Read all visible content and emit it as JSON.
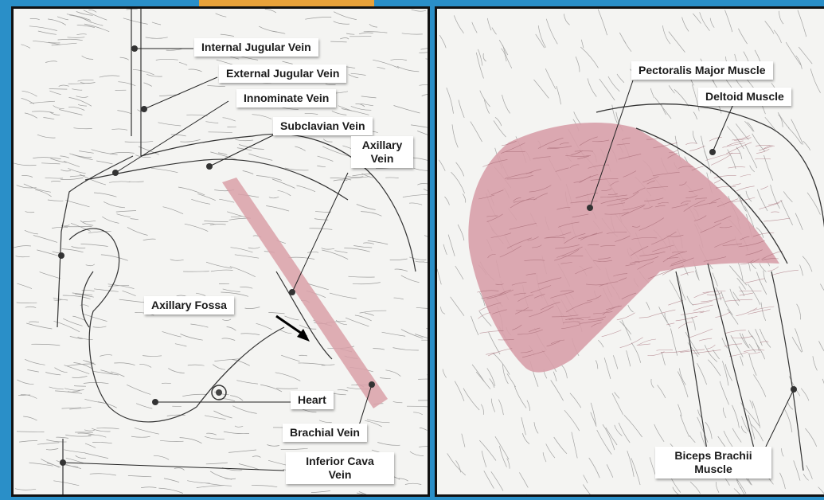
{
  "left_panel": {
    "labels": {
      "internal_jugular": "Internal Jugular Vein",
      "external_jugular": "External Jugular Vein",
      "innominate": "Innominate Vein",
      "subclavian": "Subclavian Vein",
      "axillary_line1": "Axillary",
      "axillary_line2": "Vein",
      "axillary_fossa": "Axillary Fossa",
      "heart": "Heart",
      "brachial": "Brachial Vein",
      "inferior_cava_line1": "Inferior Cava",
      "inferior_cava_line2": "Vein"
    }
  },
  "right_panel": {
    "labels": {
      "pectoralis": "Pectoralis Major Muscle",
      "deltoid": "Deltoid Muscle",
      "biceps_line1": "Biceps Brachii",
      "biceps_line2": "Muscle"
    }
  },
  "colors": {
    "background": "#2a8fc8",
    "highlight_vein": "#d9a0a8",
    "highlight_muscle": "#d8a0aa",
    "ink": "#333333"
  }
}
